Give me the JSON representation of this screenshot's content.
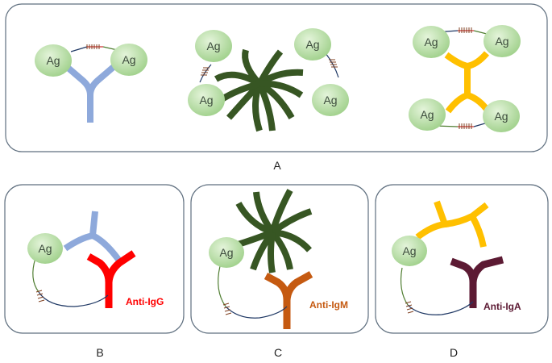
{
  "antigen_label": "Ag",
  "captions": {
    "a": "A",
    "b": "B",
    "c": "C",
    "d": "D"
  },
  "secondary_labels": {
    "igg": "Anti-IgG",
    "igm": "Anti-IgM",
    "iga": "Anti-IgA"
  },
  "colors": {
    "igg_primary": "#8ea9db",
    "igm_primary": "#375623",
    "iga_primary": "#ffc000",
    "anti_igg": "#ff0000",
    "anti_igm": "#c55a11",
    "anti_iga": "#5c1a33",
    "antigen_fill": "#b4dca0",
    "panel_border": "#5f6f7f"
  }
}
